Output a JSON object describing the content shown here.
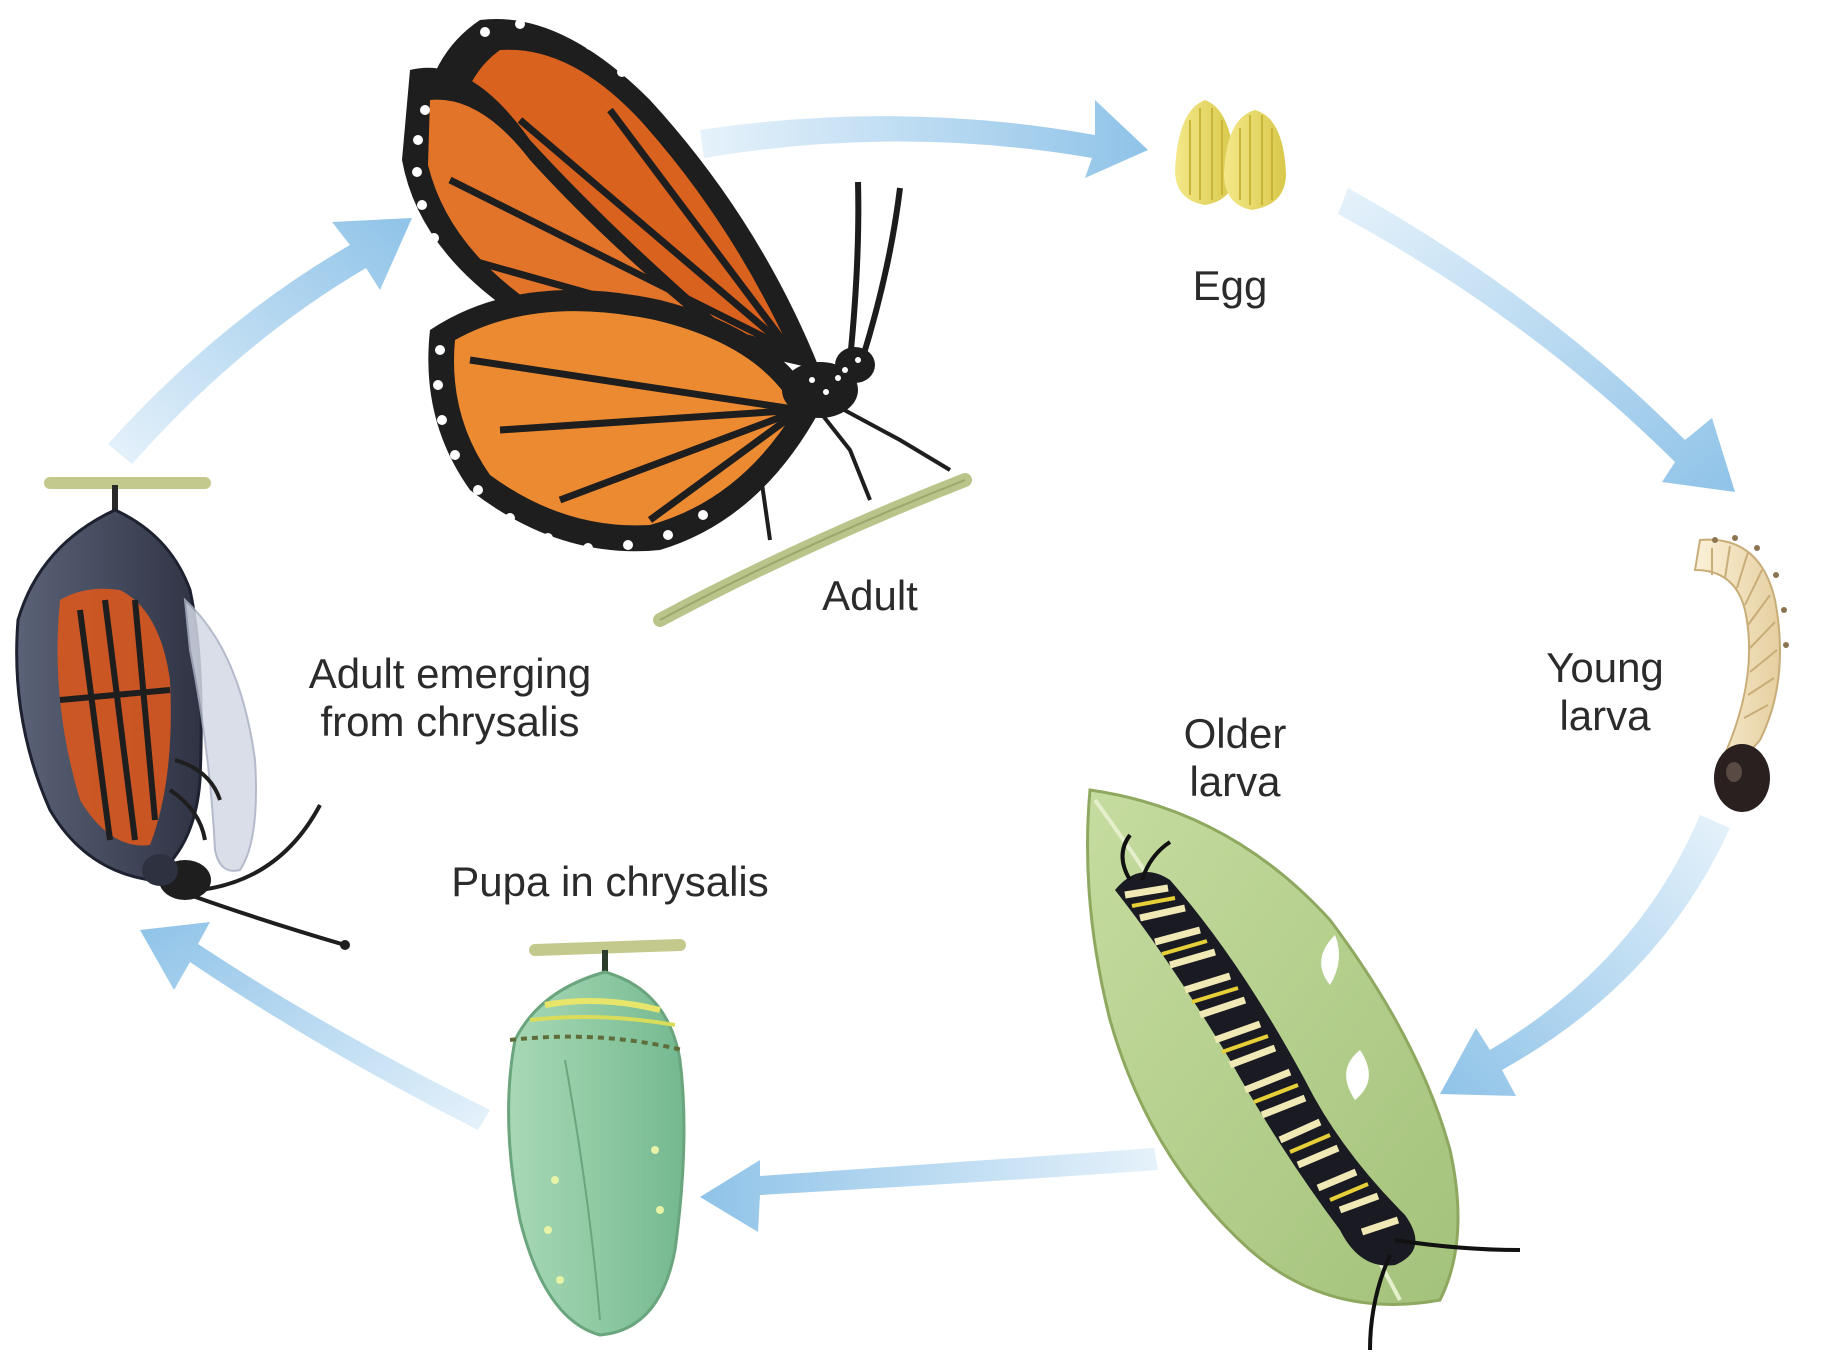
{
  "colors": {
    "arrow": "#8fc3e8",
    "arrow_light": "#e6f2fb",
    "background": "#ffffff",
    "label_text": "#2b2b2b"
  },
  "stages": {
    "egg": {
      "label": "Egg",
      "icon": "egg-icon"
    },
    "young_larva": {
      "line1": "Young",
      "line2": "larva",
      "icon": "young-larva-icon"
    },
    "older_larva": {
      "line1": "Older",
      "line2": "larva",
      "icon": "caterpillar-on-leaf-icon"
    },
    "pupa": {
      "label": "Pupa in chrysalis",
      "icon": "green-chrysalis-icon"
    },
    "emerging": {
      "line1": "Adult emerging",
      "line2": "from chrysalis",
      "icon": "emerging-butterfly-icon"
    },
    "adult": {
      "label": "Adult",
      "icon": "monarch-butterfly-icon"
    }
  }
}
